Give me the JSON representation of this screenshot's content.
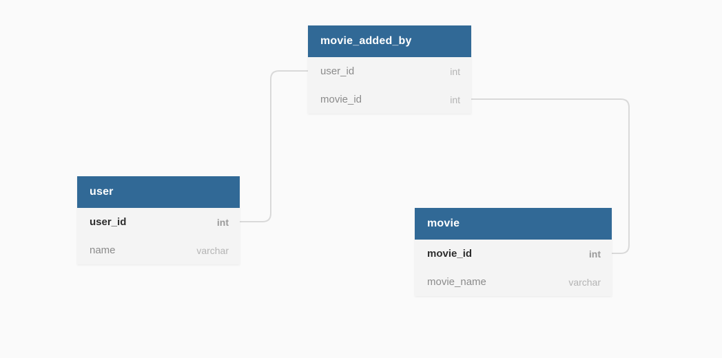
{
  "diagram": {
    "accent_color": "#316996",
    "row_bg_color": "#f4f4f4",
    "canvas_bg_color": "#fafafa",
    "connector_color": "#d9d9d9",
    "tables": [
      {
        "name": "movie_added_by",
        "fields": [
          {
            "name": "user_id",
            "type": "int"
          },
          {
            "name": "movie_id",
            "type": "int"
          }
        ]
      },
      {
        "name": "user",
        "fields": [
          {
            "name": "user_id",
            "type": "int"
          },
          {
            "name": "name",
            "type": "varchar"
          }
        ]
      },
      {
        "name": "movie",
        "fields": [
          {
            "name": "movie_id",
            "type": "int"
          },
          {
            "name": "movie_name",
            "type": "varchar"
          }
        ]
      }
    ],
    "relationships": [
      {
        "from": "movie_added_by.user_id",
        "to": "user.user_id"
      },
      {
        "from": "movie_added_by.movie_id",
        "to": "movie.movie_id"
      }
    ]
  }
}
